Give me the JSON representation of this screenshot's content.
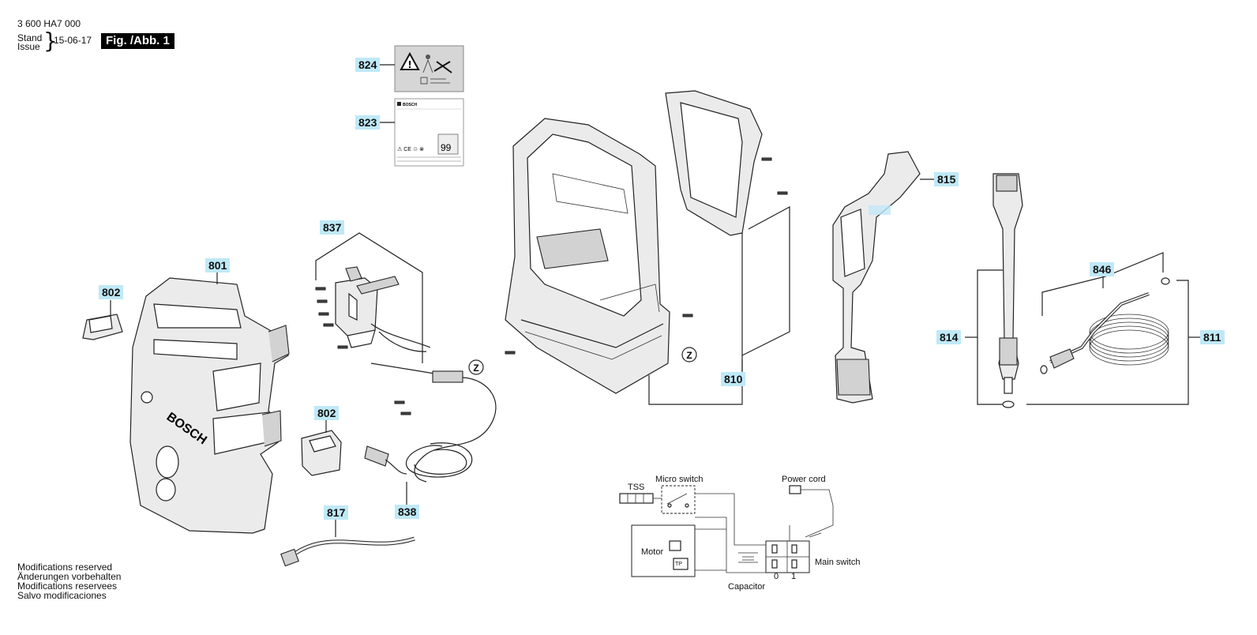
{
  "header": {
    "doc_number": "3 600 HA7 000",
    "stand_label": "Stand",
    "issue_label": "Issue",
    "date": "15-06-17",
    "figure_label": "Fig. /Abb. 1"
  },
  "footer": {
    "lines": [
      "Modifications reserved",
      "Änderungen vorbehalten",
      "Modifications reservees",
      "Salvo modificaciones"
    ]
  },
  "callouts": {
    "c824": "824",
    "c823": "823",
    "c837": "837",
    "c801": "801",
    "c802a": "802",
    "c802b": "802",
    "c817": "817",
    "c838": "838",
    "c810": "810",
    "c815": "815",
    "c814": "814",
    "c846": "846",
    "c811": "811"
  },
  "markers": {
    "z1": "Z",
    "z2": "Z"
  },
  "housing_logo": "BOSCH",
  "label_823": {
    "brand": "BOSCH",
    "value": "99"
  },
  "wiring": {
    "tss": "TSS",
    "micro_switch": "Micro switch",
    "power_cord": "Power cord",
    "motor": "Motor",
    "tp": "TP",
    "main_switch": "Main switch",
    "capacitor": "Capacitor",
    "pos0": "0",
    "pos1": "1"
  }
}
